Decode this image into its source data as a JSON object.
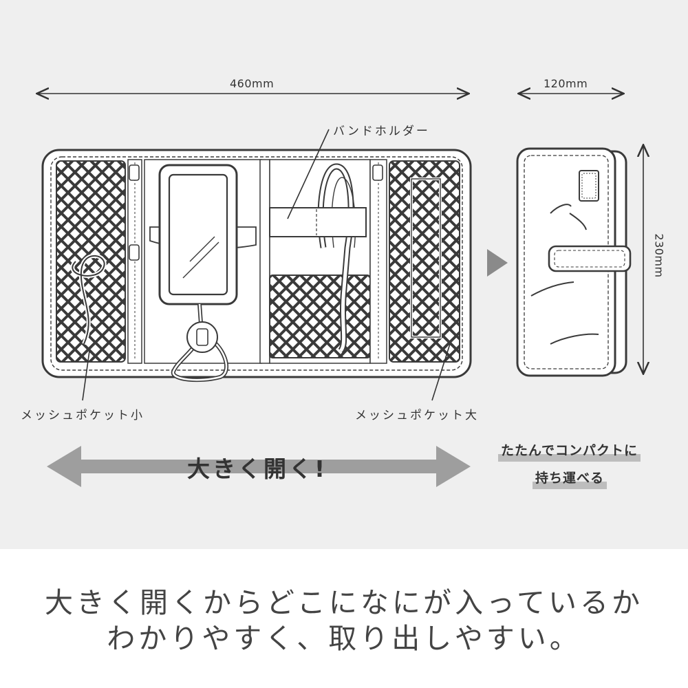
{
  "dimensions": {
    "width_open": "460mm",
    "width_folded": "120mm",
    "height_folded": "230mm"
  },
  "labels": {
    "band_holder": "バンドホルダー",
    "mesh_small": "メッシュポケット小",
    "mesh_large": "メッシュポケット大"
  },
  "caption_open": "大きく開く!",
  "caption_folded": {
    "line1": "たたんでコンパクトに",
    "line2": "持ち運べる"
  },
  "bottom_text": {
    "line1": "大きく開くからどこになにが入っているか",
    "line2": "わかりやすく、取り出しやすい。"
  },
  "colors": {
    "ink": "#333333",
    "panel": "#efefef",
    "arrow": "#9e9e9e",
    "highlight": "#bdbdbd"
  }
}
